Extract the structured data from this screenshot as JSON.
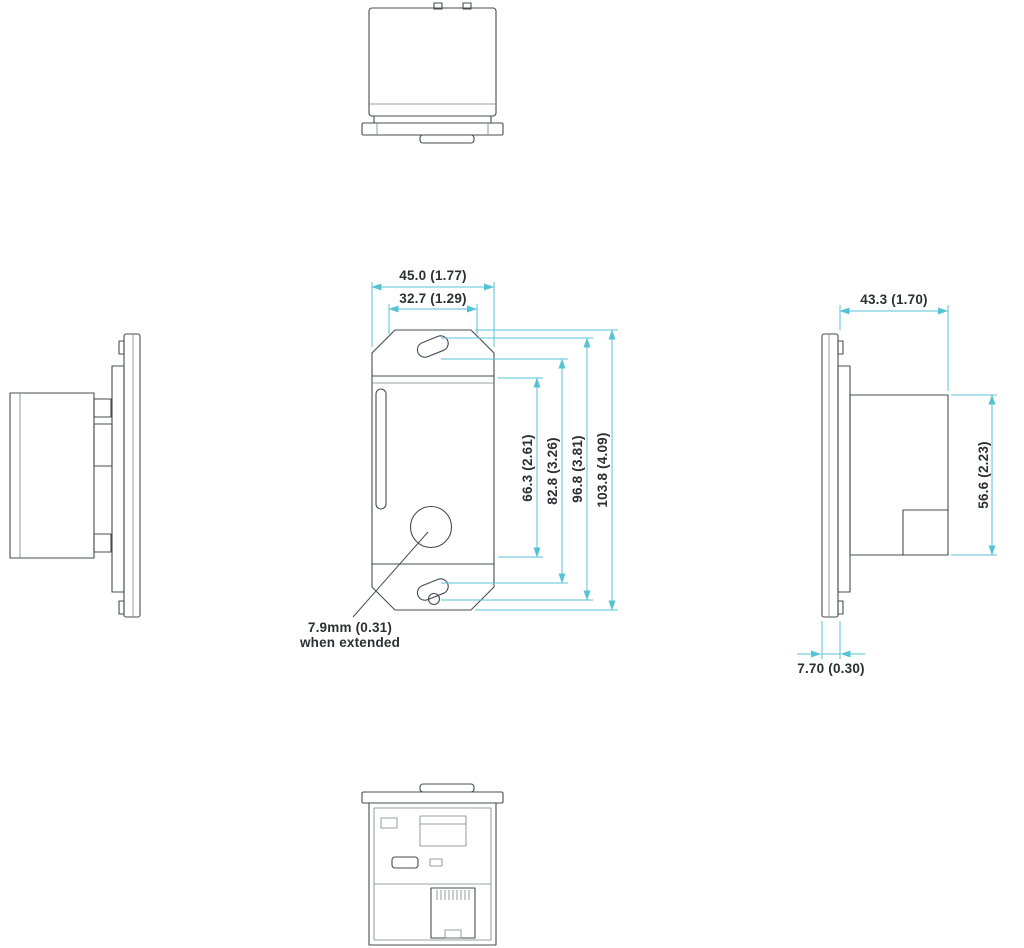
{
  "colors": {
    "dimension_line": "#54c3d4",
    "drawing_outline": "#474b4f",
    "label_text": "#2c3034",
    "background": "#ffffff"
  },
  "front_view": {
    "dim_width_overall": "45.0 (1.77)",
    "dim_width_mounting_slots": "32.7 (1.29)",
    "dim_height_body": "66.3 (2.61)",
    "dim_height_mid": "82.8 (3.26)",
    "dim_height_mounting_plate": "96.8 (3.81)",
    "dim_height_overall": "103.8 (4.09)",
    "callout_line1": "7.9mm (0.31)",
    "callout_line2": "when extended"
  },
  "right_view": {
    "dim_depth": "43.3 (1.70)",
    "dim_body_height": "56.6 (2.23)",
    "dim_faceplate_thickness": "7.70 (0.30)"
  }
}
